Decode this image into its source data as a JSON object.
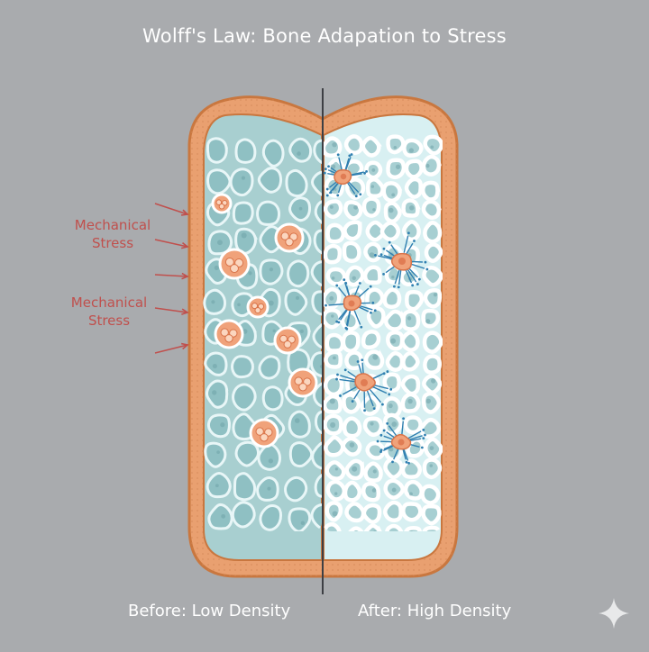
{
  "title": "Wolff's Law: Bone Adapation to Stress",
  "labels": {
    "stress_1": [
      "Mechanical",
      "Stress"
    ],
    "stress_2": [
      "Mechanical",
      "Stress"
    ],
    "before": "Before: Low Density",
    "after": "After: High Density"
  },
  "colors": {
    "background": "#a9abae",
    "cortex": "#e9a070",
    "cortex_edge": "#c9773f",
    "marrow_left": "#a8cfd0",
    "marrow_right": "#d8f0f2",
    "cell": "#f0a27a",
    "arrow": "#c0504d",
    "osteocyte_dots": "#2f7fb0"
  },
  "icons": {
    "corner": "sparkle-icon"
  }
}
